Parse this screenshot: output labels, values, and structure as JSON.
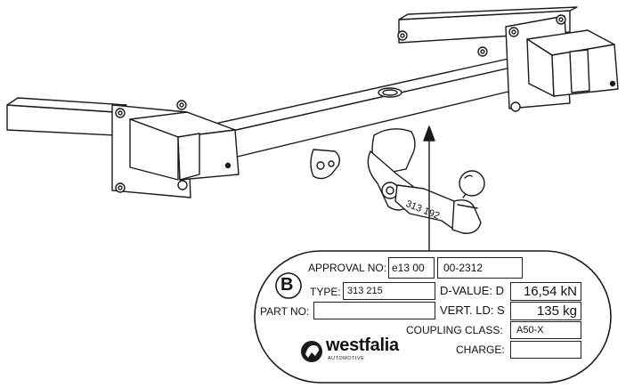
{
  "engraving": "313 192",
  "plate": {
    "approval_label": "APPROVAL NO:",
    "approval_value_1": "e13 00",
    "approval_value_2": "00-2312",
    "type_label": "TYPE:",
    "type_value": "313 215",
    "d_value_label": "D-VALUE: D",
    "d_value": "16,54 kN",
    "part_label": "PART NO:",
    "part_value": "",
    "vert_label": "VERT. LD:  S",
    "vert_value": "135 kg",
    "coupling_label": "COUPLING CLASS:",
    "coupling_value": "A50-X",
    "charge_label": "CHARGE:",
    "charge_value": "",
    "brand": "westfalia",
    "brand_sub": "AUTOMOTIVE",
    "badge_letter": "B"
  },
  "colors": {
    "line": "#1a1a1a",
    "fill": "#ffffff"
  },
  "icons": [
    "b-badge-icon",
    "westfalia-horse-logo-icon",
    "arrow-up-icon"
  ]
}
